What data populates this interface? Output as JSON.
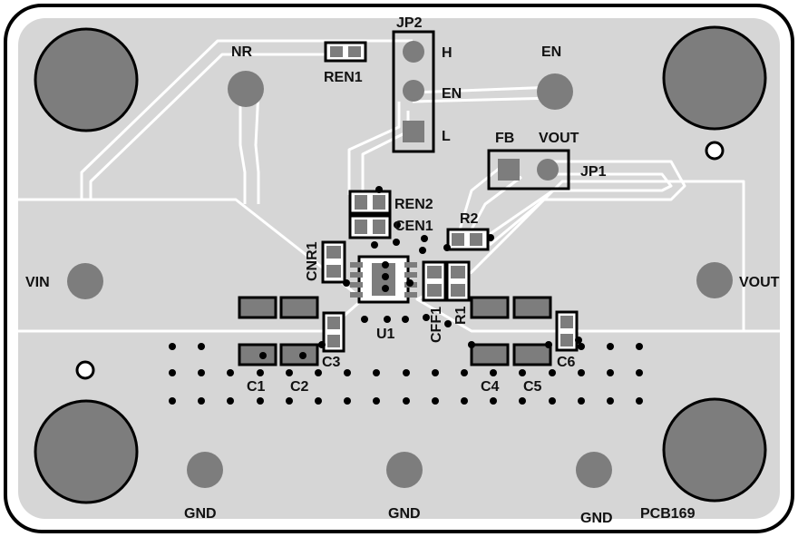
{
  "board": {
    "id": "PCB169"
  },
  "colors": {
    "board": "#d6d6d6",
    "trace_outline": "#ffffff",
    "pad": "#888888",
    "silk": "#000000",
    "mount": "#7d7d7d",
    "via": "#000000"
  },
  "connectors": {
    "nr": "NR",
    "en": "EN",
    "fb": "FB",
    "vout_top": "VOUT",
    "vin": "VIN",
    "vout_right": "VOUT",
    "gnd_left": "GND",
    "gnd_mid": "GND",
    "gnd_right": "GND"
  },
  "jumpers": {
    "jp2": "JP2",
    "jp2_h": "H",
    "jp2_en": "EN",
    "jp2_l": "L",
    "jp1": "JP1"
  },
  "components": {
    "ren1": "REN1",
    "ren2": "REN2",
    "cen1": "CEN1",
    "r2": "R2",
    "cnr1": "CNR1",
    "u1": "U1",
    "cff1": "CFF1",
    "r1": "R1",
    "c1": "C1",
    "c2": "C2",
    "c3": "C3",
    "c4": "C4",
    "c5": "C5",
    "c6": "C6"
  }
}
